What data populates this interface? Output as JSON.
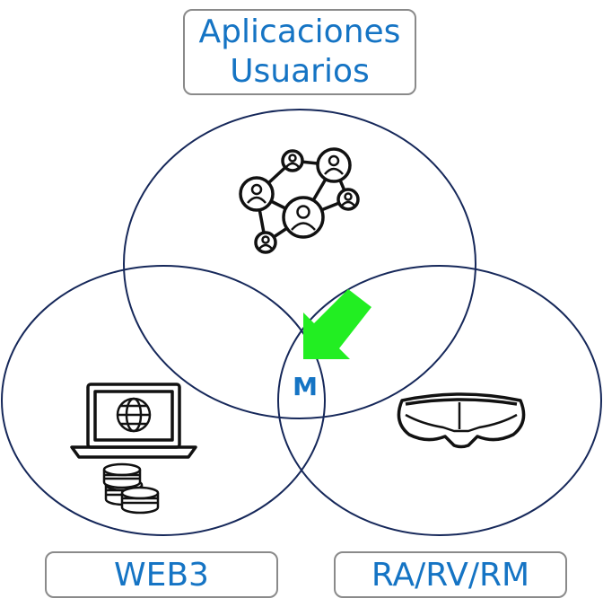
{
  "labels": {
    "top_line1": "Aplicaciones",
    "top_line2": "Usuarios",
    "left": "WEB3",
    "right": "RA/RV/RM",
    "center": "M"
  },
  "colors": {
    "circle_stroke": "#16285a",
    "label_text": "#1574c4",
    "box_border": "#8a8a8a",
    "arrow": "#22ee22",
    "icon": "#111111"
  },
  "icons": {
    "top": "user-network-icon",
    "left": "laptop-globe-icon",
    "left_bottom": "coins-icon",
    "right": "vr-headset-icon",
    "pointer": "arrow-icon"
  }
}
